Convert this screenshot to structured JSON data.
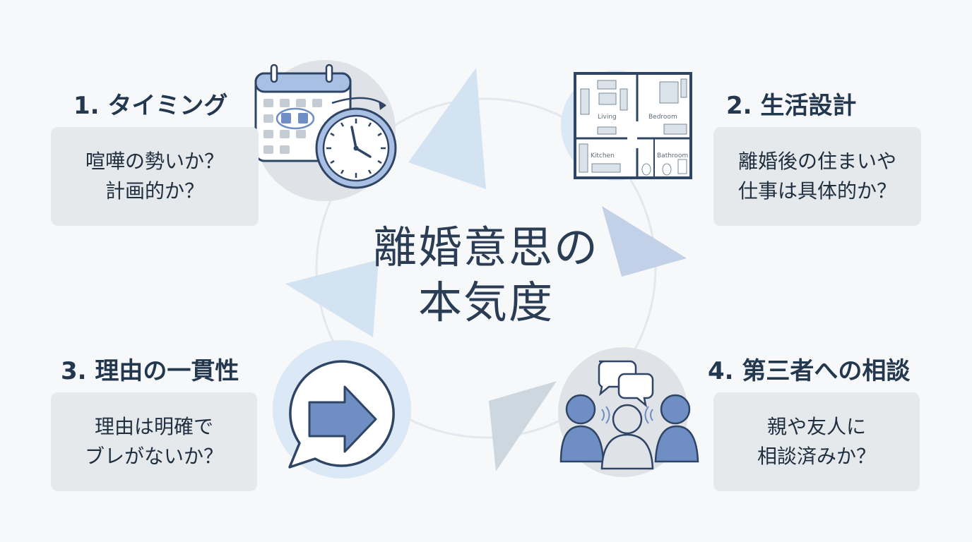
{
  "center": {
    "line1": "離婚意思の",
    "line2": "本気度"
  },
  "items": [
    {
      "title": "1. タイミング",
      "line1": "喧嘩の勢いか？",
      "line2": "計画的か？",
      "icon": "calendar-clock-icon"
    },
    {
      "title": "2. 生活設計",
      "line1": "離婚後の住まいや",
      "line2": "仕事は具体的か？",
      "icon": "floor-plan-icon"
    },
    {
      "title": "3. 理由の一貫性",
      "line1": "理由は明確で",
      "line2": "ブレがないか？",
      "icon": "speech-arrow-icon"
    },
    {
      "title": "4. 第三者への相談",
      "line1": "親や友人に",
      "line2": "相談済みか？",
      "icon": "people-talking-icon"
    }
  ],
  "floor_plan_labels": {
    "living": "Living",
    "bedroom": "Bedroom",
    "kitchen": "Kitchen",
    "bathroom": "Bathroom"
  },
  "colors": {
    "accent": "#6f8fc4",
    "light_blue": "#dbe8f5",
    "card": "#e6e9ec",
    "text": "#243a52"
  }
}
